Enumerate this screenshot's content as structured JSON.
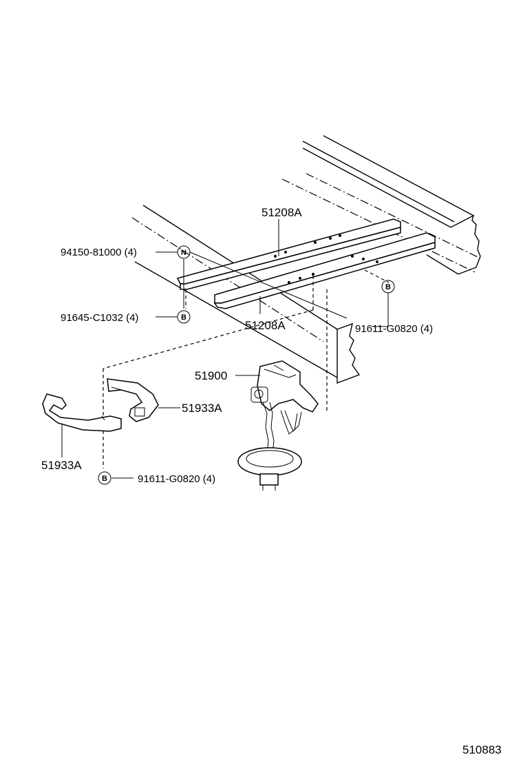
{
  "labels": {
    "rail_upper": "51208A",
    "rail_lower": "51208A",
    "bolt_n": "94150-81000 (4)",
    "bolt_b_left": "91645-C1032 (4)",
    "bolt_b_right": "91611-G0820 (4)",
    "hoist": "51900",
    "bracket_right": "51933A",
    "bracket_left": "51933A",
    "bolt_b_bottom": "91611-G0820 (4)",
    "figure_number": "510883"
  },
  "callouts": {
    "n": "N",
    "b": "B"
  }
}
